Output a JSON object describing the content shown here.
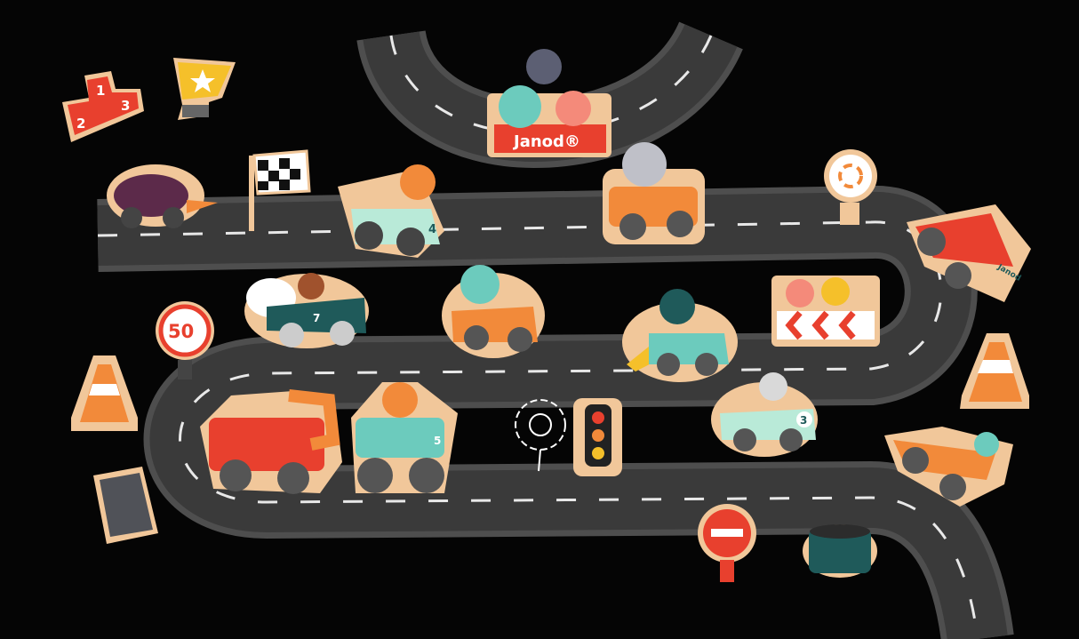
{
  "colors": {
    "background": "#050505",
    "road": "#3a3a3a",
    "road_edge": "#8a8a8a",
    "lane": "#e8e8e8",
    "sticker_border": "#f1c79a",
    "red": "#e8402e",
    "orange": "#f28a3a",
    "teal": "#6ccbbd",
    "dark_teal": "#1f5a5a",
    "yellow": "#f5c02a",
    "grey": "#9a9aa0"
  },
  "brand": {
    "logo_text": "Janod®",
    "car_text": "Janod"
  },
  "podium": {
    "first": "1",
    "second": "2",
    "third": "3"
  },
  "speed_sign": {
    "value": "50"
  },
  "car_numbers": {
    "green_car": "4",
    "dark_car": "7",
    "monster_truck": "5",
    "rhino_car": "3"
  }
}
